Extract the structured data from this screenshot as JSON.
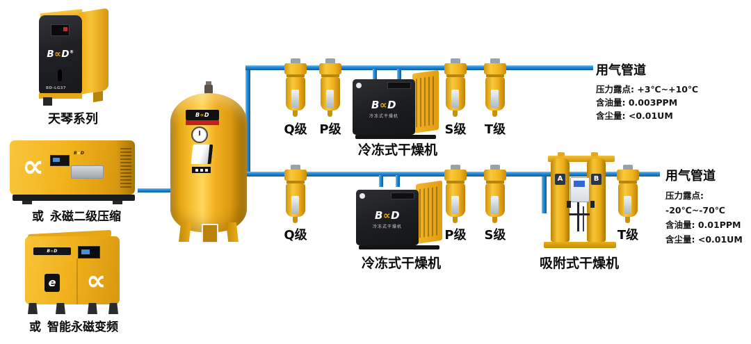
{
  "brand": {
    "b": "B",
    "x": "∝",
    "d": "D",
    "reg": "®",
    "dryer_sub": "冷冻式干燥机"
  },
  "symbols": {
    "alpha": "∝",
    "e_badge": "e"
  },
  "machines": {
    "tianqin": {
      "name": "天琴系列",
      "model": "BD-LG37"
    },
    "two_stage": {
      "prefix": "或",
      "name": "永磁二级压缩"
    },
    "smart_vf": {
      "prefix": "或",
      "name": "智能永磁变频"
    }
  },
  "lines": {
    "top": {
      "filters": [
        "Q级",
        "P级",
        "S级",
        "T级"
      ],
      "dryer_label": "冷冻式干燥机",
      "outlet": {
        "title": "用气管道",
        "dew_point": "压力露点: +3℃~+10℃",
        "oil": "含油量: 0.003PPM",
        "dust": "含尘量: <0.01UM"
      }
    },
    "bottom": {
      "filters": [
        "Q级",
        "P级",
        "S级",
        "T级"
      ],
      "dryer_label": "冷冻式干燥机",
      "adsorption_label": "吸附式干燥机",
      "tower_marks": [
        "A",
        "B"
      ],
      "outlet": {
        "title": "用气管道",
        "dew_point": "压力露点: -20℃~-70℃",
        "oil": "含油量: 0.01PPM",
        "dust": "含尘量: <0.01UM"
      }
    }
  },
  "colors": {
    "pipe_blue": "#1b82ce",
    "equipment_yellow": "#f2b31c",
    "panel_black": "#1d1e22",
    "brand_orange": "#f0a818",
    "badge_red": "#c2221b"
  }
}
